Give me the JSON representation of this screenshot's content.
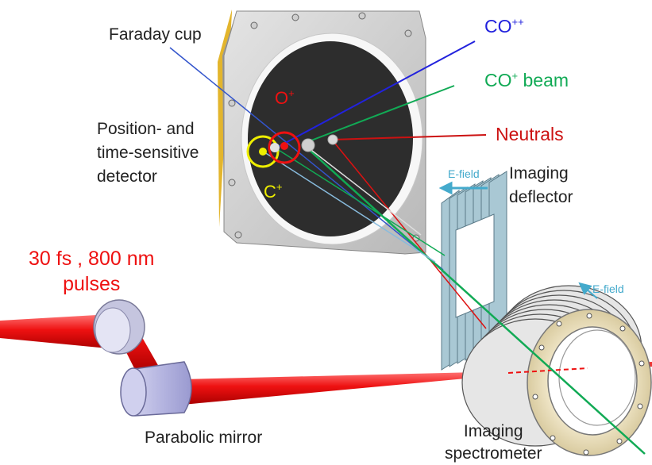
{
  "labels": {
    "faraday_cup": "Faraday cup",
    "co_plus_plus": "CO",
    "co_plus_plus_sup": "++",
    "co_plus": "CO",
    "co_plus_sup": "+",
    "co_plus_tail": " beam",
    "neutrals": "Neutrals",
    "o_plus": "O",
    "o_plus_sup": "+",
    "c_plus": "C",
    "c_plus_sup": "+",
    "detector_line1": "Position- and",
    "detector_line2": "time-sensitive",
    "detector_line3": "detector",
    "e_field_1": "E-field",
    "imaging_deflector_line1": "Imaging",
    "imaging_deflector_line2": "deflector",
    "e_field_2": "E-field",
    "laser_line1": "30 fs , 800 nm",
    "laser_line2": "pulses",
    "parabolic_mirror": "Parabolic mirror",
    "imaging_spectrometer_line1": "Imaging",
    "imaging_spectrometer_line2": "spectrometer"
  },
  "colors": {
    "co_plus_plus": "#2222dd",
    "co_plus": "#11aa55",
    "neutrals": "#cc1111",
    "o_plus": "#ee1111",
    "c_plus": "#eeee00",
    "laser": "#ee1111",
    "e_field": "#44aacc"
  }
}
